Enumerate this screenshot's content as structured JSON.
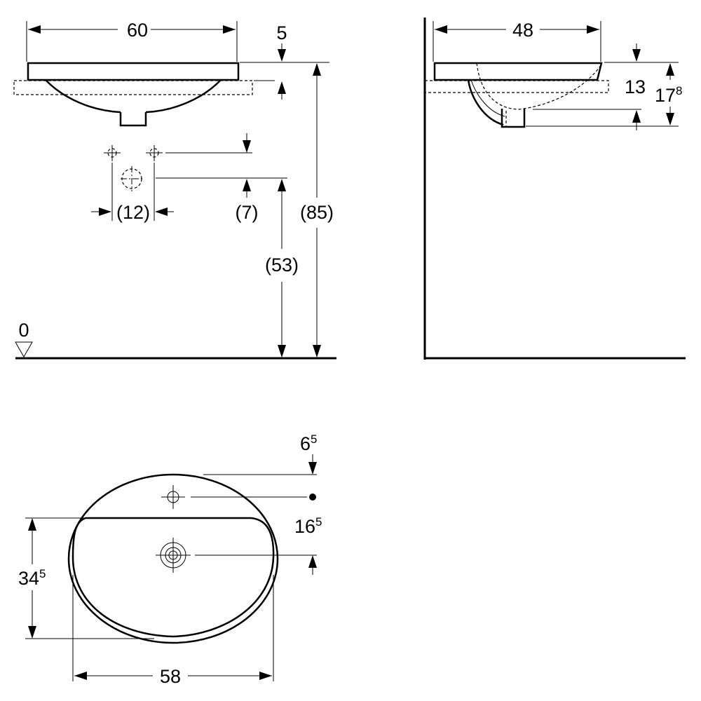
{
  "front_view": {
    "width": "60",
    "rim": "5",
    "tap_spacing": "(12)",
    "tap_offset": "(7)",
    "overflow_height": "(53)",
    "total_height": "(85)",
    "floor_level": "0"
  },
  "side_view": {
    "depth": "48",
    "bowl_depth": "13",
    "total_depth_main": "17",
    "total_depth_sup": "8"
  },
  "top_view": {
    "tap_hole_main": "6",
    "tap_hole_sup": "5",
    "drain_main": "16",
    "drain_sup": "5",
    "height_main": "34",
    "height_sup": "5",
    "width": "58"
  }
}
